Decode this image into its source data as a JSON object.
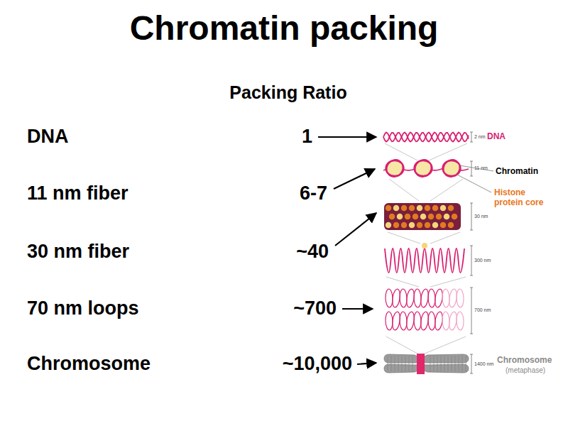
{
  "diagram": {
    "title": "Chromatin packing",
    "labels": [
      "Packing Ratio",
      "DNA",
      "11 nm fiber",
      "30 nm fiber",
      "70 nm loops",
      "Chromosome",
      "1",
      "6-7",
      "~40",
      "~700",
      "~10,000",
      "2 nm",
      "DNA",
      "11 nm",
      "Chromatin",
      "Histone protein core",
      "30 nm",
      "300 nm",
      "700 nm",
      "1400 nm",
      "Chromosome",
      "(metaphase)"
    ]
  }
}
